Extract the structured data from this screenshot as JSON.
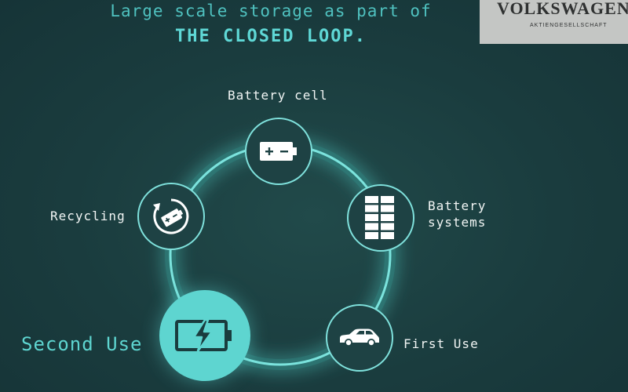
{
  "slide": {
    "title_line1": "Large scale storage as part of",
    "title_line2": "THE CLOSED LOOP."
  },
  "brand": {
    "name": "VOLKSWAGEN",
    "subtitle": "AKTIENGESELLSCHAFT"
  },
  "loop": {
    "nodes": [
      {
        "id": "battery-cell",
        "label": "Battery cell",
        "icon": "battery-cell-icon"
      },
      {
        "id": "battery-systems",
        "label_line1": "Battery",
        "label_line2": "systems",
        "icon": "battery-modules-icon"
      },
      {
        "id": "first-use",
        "label": "First Use",
        "icon": "car-icon"
      },
      {
        "id": "second-use",
        "label": "Second Use",
        "icon": "charging-battery-icon",
        "highlighted": true
      },
      {
        "id": "recycling",
        "label": "Recycling",
        "icon": "recycle-battery-icon"
      }
    ]
  },
  "colors": {
    "background": "#1a3c3e",
    "accent": "#5ed5d0",
    "ring": "#6fd8d2",
    "logo_box": "#c4c6c4"
  }
}
